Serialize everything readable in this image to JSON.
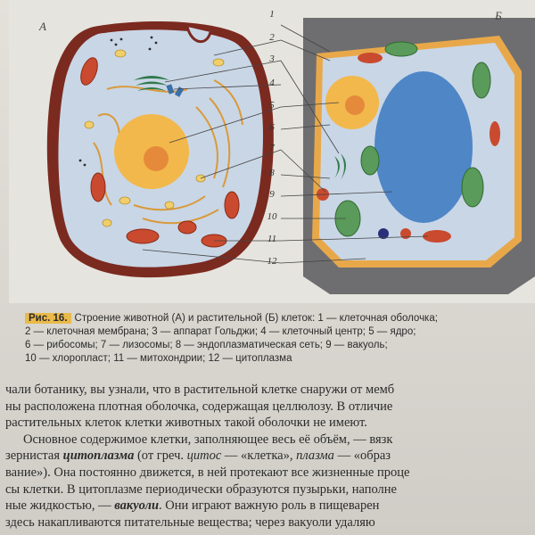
{
  "figure": {
    "panel_a": "А",
    "panel_b": "Б",
    "callouts": [
      "1",
      "2",
      "3",
      "4",
      "5",
      "6",
      "7",
      "8",
      "9",
      "10",
      "11",
      "12"
    ]
  },
  "caption": {
    "label": "Рис. 16.",
    "lines": [
      "Строение животной (А) и растительной (Б) клеток: 1 — клеточная оболочка;",
      "2 — клеточная мембрана; 3 — аппарат Гольджи; 4 — клеточный центр; 5 — ядро;",
      "6 — рибосомы; 7 — лизосомы; 8 — эндоплазматическая сеть; 9 — вакуоль;",
      "10 — хлоропласт; 11 — митохондрии; 12 — цитоплазма"
    ]
  },
  "body": {
    "p1": [
      "чали ботанику, вы узнали, что в растительной клетке снаружи от мемб",
      "ны расположена плотная оболочка, содержащая целлюлозу. В отличие",
      "растительных клеток клетки животных такой оболочки не имеют."
    ],
    "p2_line1": "Основное содержимое клетки, заполняющее весь её объём, — вязк",
    "p2_line2_a": "зернистая ",
    "p2_term_cytoplasm": "цитоплазма",
    "p2_line2_b": " (от греч. ",
    "p2_cytos": "цитос",
    "p2_line2_c": " — «клетка», ",
    "p2_plasma": "плазма",
    "p2_line2_d": " — «образ",
    "p2_line3": "вание»). Она постоянно движется, в ней протекают все жизненные проце",
    "p2_line4": "сы клетки. В цитоплазме периодически образуются пузырьки, наполне",
    "p2_line5_a": "ные жидкостью, — ",
    "p2_term_vacuoles": "вакуоли",
    "p2_line5_b": ". Они играют важную роль в пищеварен",
    "p2_line6": "здесь накапливаются питательные вещества; через вакуоли удаляю"
  },
  "colors": {
    "caption_highlight": "#e9b94a",
    "cytoplasm": "#c9d6e6",
    "cell_wall": "#6e6e70",
    "membrane_animal": "#8b2a1e",
    "vacuole": "#4f86c6",
    "nucleus": "#f2b84b",
    "chloroplast": "#5a9a5a",
    "mitochondria": "#c94a2e"
  }
}
